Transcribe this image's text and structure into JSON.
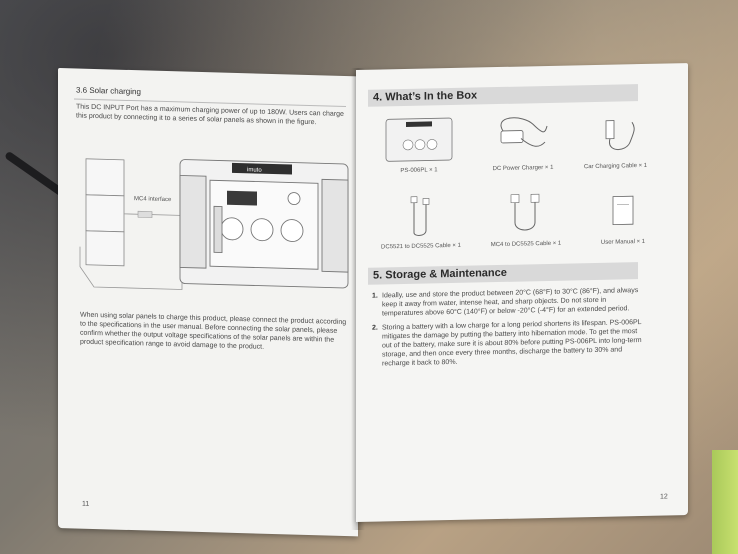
{
  "left_page": {
    "section_title": "3.6 Solar charging",
    "intro": "This DC INPUT Port has a maximum charging power of up to 180W. Users can charge this product by connecting it to a series of solar panels as shown in the figure.",
    "diagram": {
      "brand": "imuto",
      "label": "MC4 interface"
    },
    "note": "When using solar panels to charge this product, please connect the product according to the specifications in the user manual. Before connecting the solar panels, please confirm whether the output voltage specifications of the solar panels are within the product specification range to avoid damage to the product.",
    "page_number": "11"
  },
  "right_page": {
    "heading_box": "4. What’s In the Box",
    "items": [
      {
        "label": "PS-006PL × 1",
        "icon": "power-station-icon"
      },
      {
        "label": "DC Power Charger × 1",
        "icon": "dc-charger-icon"
      },
      {
        "label": "Car Charging Cable × 1",
        "icon": "car-cable-icon"
      },
      {
        "label": "DC5521 to DC5525 Cable × 1",
        "icon": "dc-cable-icon"
      },
      {
        "label": "MC4 to DC5525 Cable × 1",
        "icon": "mc4-cable-icon"
      },
      {
        "label": "User Manual × 1",
        "icon": "manual-icon"
      }
    ],
    "heading_storage": "5. Storage & Maintenance",
    "storage": [
      {
        "num": "1.",
        "text": "Ideally, use and store the product between 20°C (68°F) to 30°C (86°F), and always keep it away from water, intense heat, and sharp objects. Do not store in temperatures above 60°C (140°F) or below -20°C (-4°F) for an extended period."
      },
      {
        "num": "2.",
        "text": "Storing a battery with a low charge for a long period shortens its lifespan. PS-006PL mitigates the damage by putting the battery into hibernation mode. To get the most out of the battery, make sure it is about 80% before putting PS-006PL into long-term storage, and then once every three months, discharge the battery to 30% and recharge it back to 80%."
      }
    ],
    "page_number": "12"
  }
}
